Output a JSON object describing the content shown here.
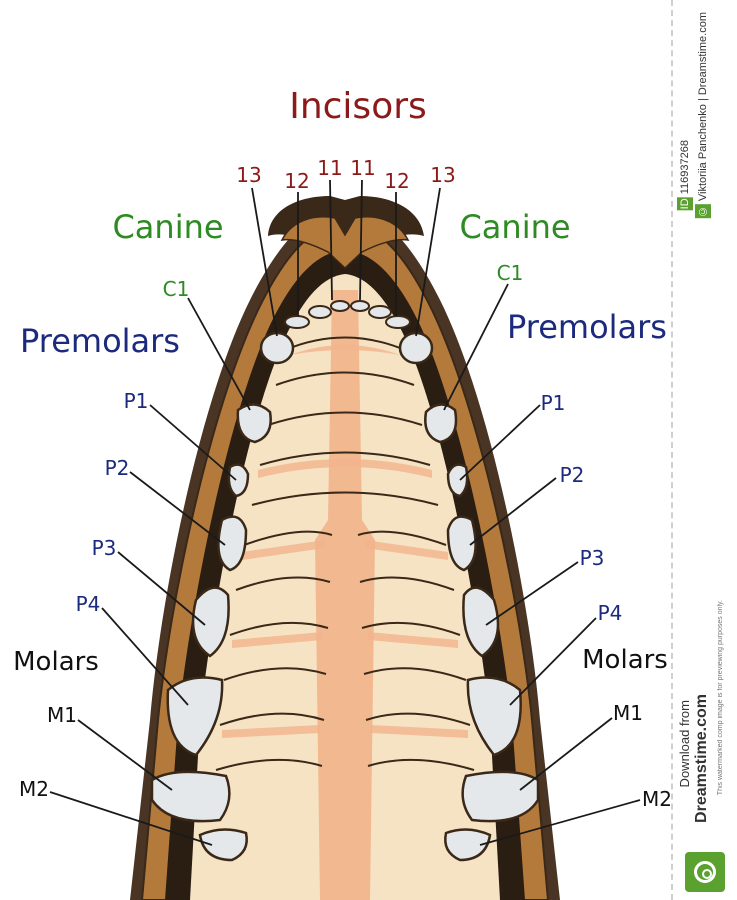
{
  "title": "Incisors",
  "incisor_labels": {
    "i3": "13",
    "i2": "12",
    "i1": "11"
  },
  "groups": {
    "canine": "Canine",
    "premolars": "Premolars",
    "molars": "Molars"
  },
  "tooth_labels": {
    "c1": "C1",
    "p1": "P1",
    "p2": "P2",
    "p3": "P3",
    "p4": "P4",
    "m1": "M1",
    "m2": "M2"
  },
  "colors": {
    "title": "#8b1a1a",
    "canine": "#2e8b23",
    "premolars": "#1c2a7e",
    "molars": "#111111",
    "bone": "#b47a3c",
    "skin": "#5a4330",
    "palate": "#f6e3c4",
    "ridge": "#f2b48c",
    "tooth": "#e4e8ea"
  },
  "sidebar": {
    "id_badge": "ID",
    "id_number": "116937268",
    "copyright_symbol": "©",
    "author": "Viktoriia Panchenko | Dreamstime.com",
    "download_line1": "Download from",
    "download_line2": "Dreamstime.com",
    "disclaimer": "This watermarked comp image is for previewing purposes only."
  }
}
